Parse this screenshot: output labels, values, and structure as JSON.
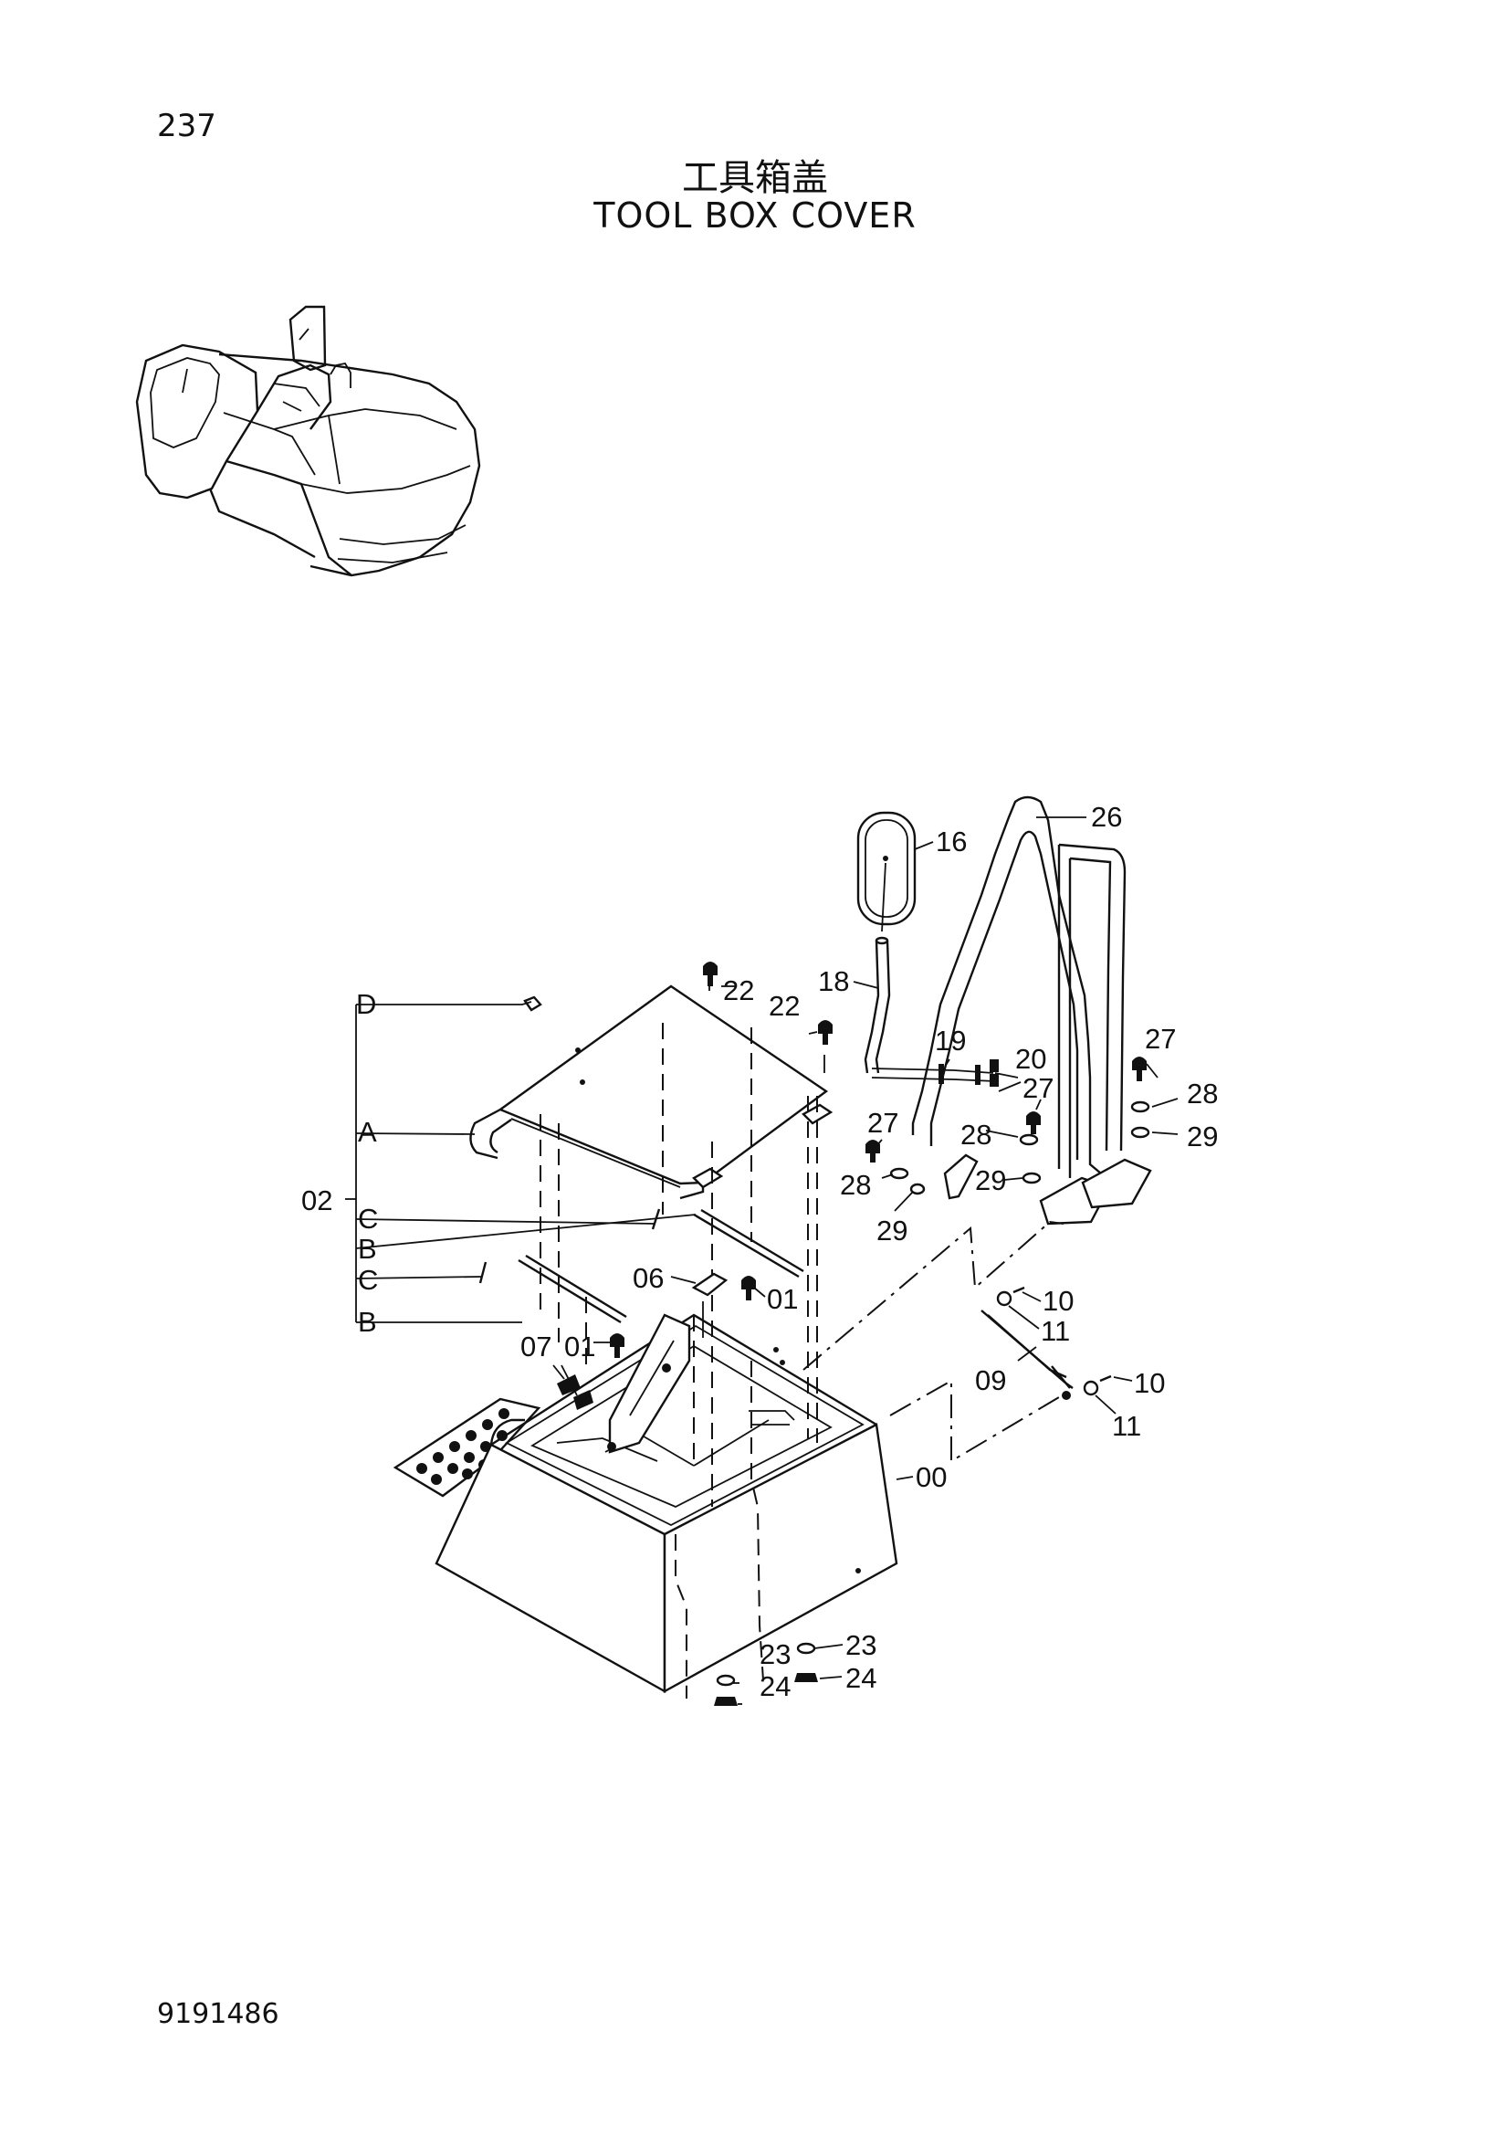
{
  "page": {
    "number": "237",
    "title_cn": "工具箱盖",
    "title_en": "TOOL BOX COVER",
    "doc_number": "9191486"
  },
  "callouts": {
    "c16": "16",
    "c26": "26",
    "c18": "18",
    "c22a": "22",
    "c22b": "22",
    "c19": "19",
    "c20": "20",
    "c27a": "27",
    "c27b": "27",
    "c27c": "27",
    "c28a": "28",
    "c28b": "28",
    "c28c": "28",
    "c29a": "29",
    "c29b": "29",
    "c29c": "29",
    "cD": "D",
    "cA": "A",
    "c02": "02",
    "cC1": "C",
    "cB1": "B",
    "cC2": "C",
    "cB2": "B",
    "c06": "06",
    "c01a": "01",
    "c07": "07",
    "c01b": "01",
    "c10a": "10",
    "c11a": "11",
    "c09": "09",
    "c10b": "10",
    "c11b": "11",
    "c00": "00",
    "c23a": "23",
    "c23b": "23",
    "c24a": "24",
    "c24b": "24"
  }
}
